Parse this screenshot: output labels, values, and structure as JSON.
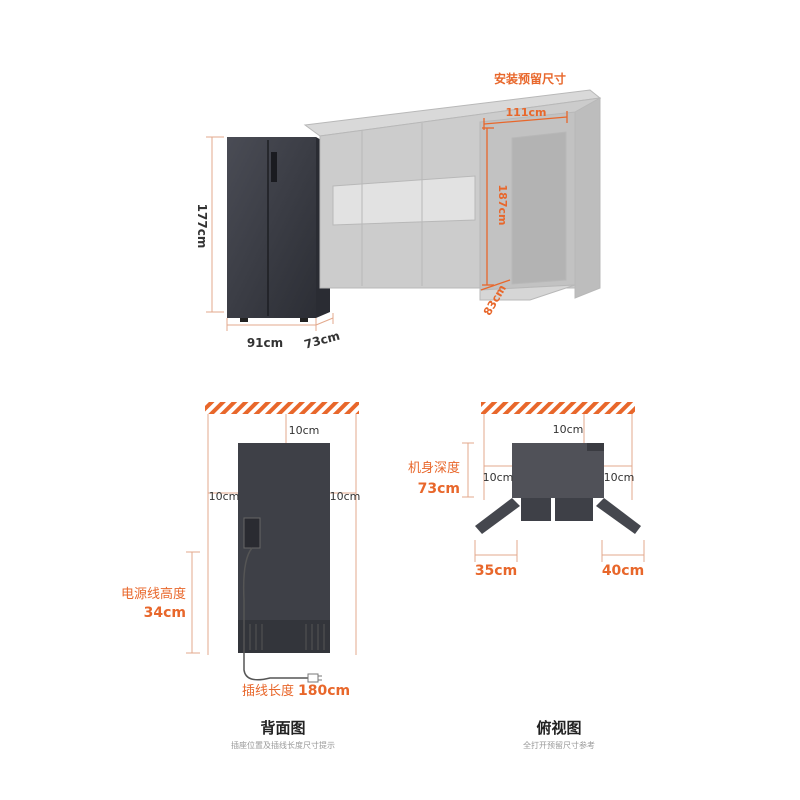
{
  "top_view": {
    "fridge_height": "177cm",
    "fridge_width": "91cm",
    "fridge_depth": "73cm",
    "install_title": "安装预留尺寸",
    "niche_width": "111cm",
    "niche_height": "187cm",
    "niche_depth": "83cm"
  },
  "back_view": {
    "top_gap": "10cm",
    "left_gap": "10cm",
    "right_gap": "10cm",
    "cord_height_label": "电源线高度",
    "cord_height_value": "34cm",
    "plug_length_label": "插线长度",
    "plug_length_value": "180cm",
    "caption": "背面图",
    "subcaption": "插座位置及插线长度尺寸提示"
  },
  "top_down_view": {
    "top_gap": "10cm",
    "left_gap": "10cm",
    "right_gap": "10cm",
    "depth_label": "机身深度",
    "depth_value": "73cm",
    "left_door": "35cm",
    "right_door": "40cm",
    "caption": "俯视图",
    "subcaption": "全打开预留尺寸参考"
  },
  "colors": {
    "accent": "#e8672b",
    "fridge": "#3d3f47",
    "wall": "#cfcfcf"
  }
}
